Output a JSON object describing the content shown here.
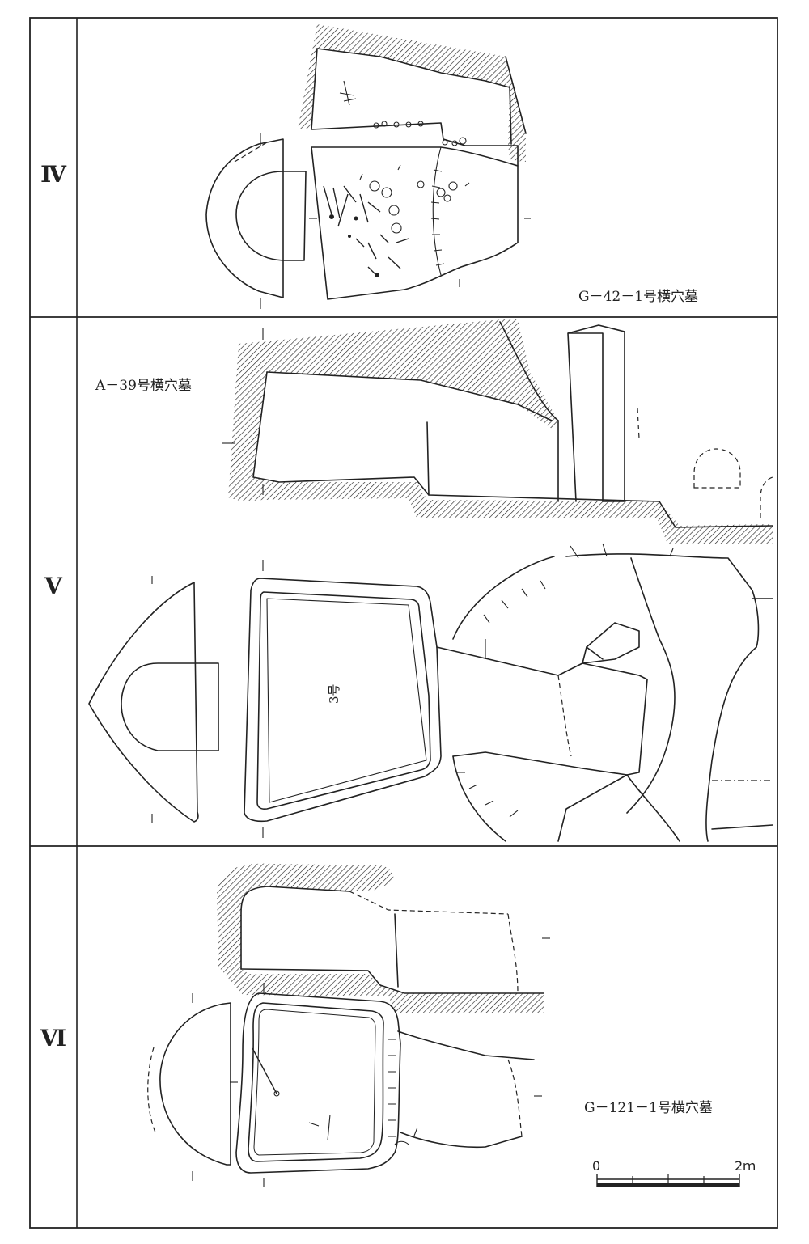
{
  "panels": [
    {
      "numeral": "Ⅳ",
      "tomb_label": "G－42－1号横穴墓"
    },
    {
      "numeral": "Ⅴ",
      "tomb_label": "A－39号横穴墓",
      "chamber_label": "3号"
    },
    {
      "numeral": "Ⅵ",
      "tomb_label": "G－121－1号横穴墓"
    }
  ],
  "scale_bar": {
    "start_label": "0",
    "end_label": "2ｍ"
  }
}
